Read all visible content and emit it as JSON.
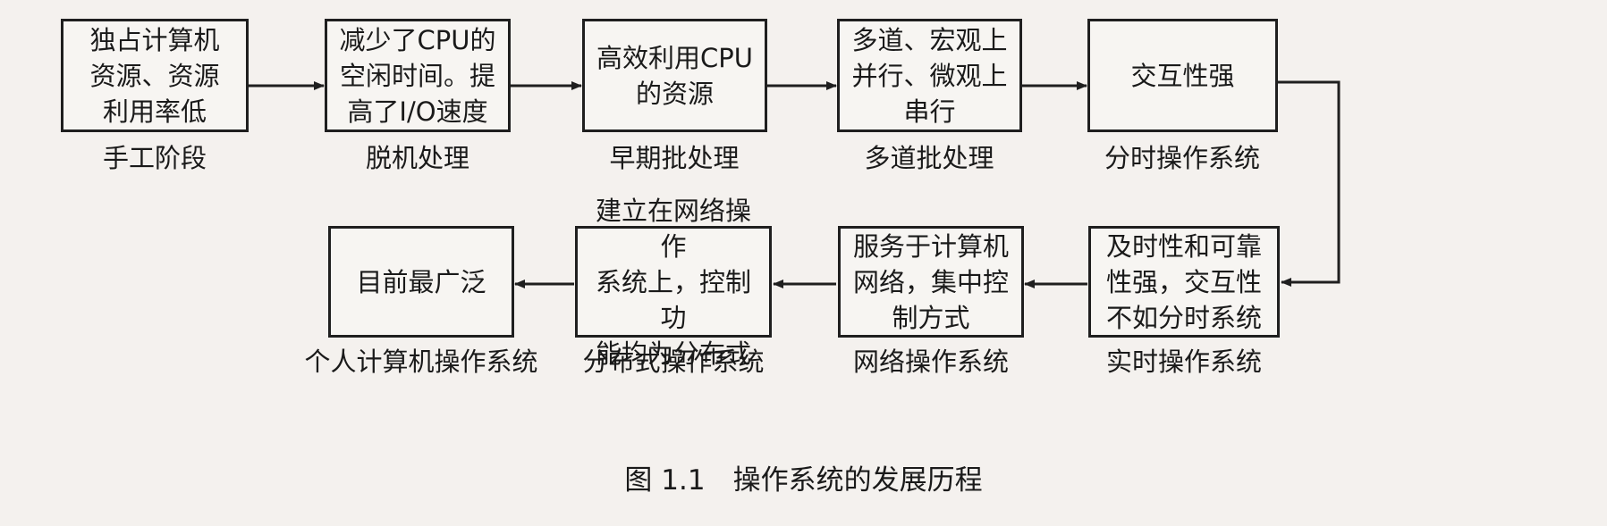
{
  "stages": [
    {
      "label": "手工阶段",
      "box": "独占计算机\n资源、资源\n利用率低"
    },
    {
      "label": "脱机处理",
      "box": "减少了CPU的\n空闲时间。提\n高了I/O速度"
    },
    {
      "label": "早期批处理",
      "box": "高效利用CPU\n的资源"
    },
    {
      "label": "多道批处理",
      "box": "多道、宏观上\n并行、微观上\n串行"
    },
    {
      "label": "分时操作系统",
      "box": "交互性强"
    },
    {
      "label": "实时操作系统",
      "box": "及时性和可靠\n性强，交互性\n不如分时系统"
    },
    {
      "label": "网络操作系统",
      "box": "服务于计算机\n网络，集中控\n制方式"
    },
    {
      "label": "分布式操作系统",
      "box": "建立在网络操作\n系统上，控制功\n能均为分布式"
    },
    {
      "label": "个人计算机操作系统",
      "box": "目前最广泛"
    }
  ],
  "caption": "图 1.1　操作系统的发展历程"
}
